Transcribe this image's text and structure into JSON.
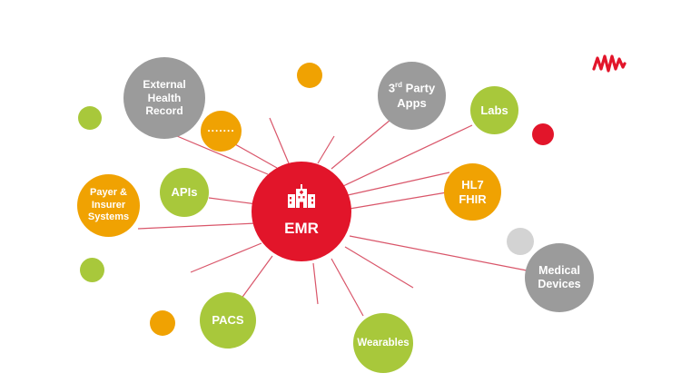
{
  "colors": {
    "red": "#e2152a",
    "lime": "#a8c83b",
    "orange": "#f0a202",
    "gray": "#9b9b9b",
    "lightgray": "#d3d3d3",
    "line": "#d9566a"
  },
  "center": {
    "label": "EMR",
    "icon": "hospital-icon"
  },
  "nodes": {
    "external_health_record": {
      "line1": "External",
      "line2": "Health",
      "line3": "Record"
    },
    "third_party_apps": {
      "prefix": "3",
      "superscript": "rd",
      "suffix": " Party",
      "line2": "Apps"
    },
    "labs": {
      "label": "Labs"
    },
    "hl7_fhir": {
      "line1": "HL7",
      "line2": "FHIR"
    },
    "medical_devices": {
      "line1": "Medical",
      "line2": "Devices"
    },
    "wearables": {
      "label": "Wearables"
    },
    "pacs": {
      "label": "PACS"
    },
    "apis": {
      "label": "APIs"
    },
    "payer_insurer": {
      "line1": "Payer &",
      "line2": "Insurer",
      "line3": "Systems"
    },
    "more": {
      "label": "......."
    }
  },
  "logo": {
    "icon": "waveform-logo-icon"
  }
}
